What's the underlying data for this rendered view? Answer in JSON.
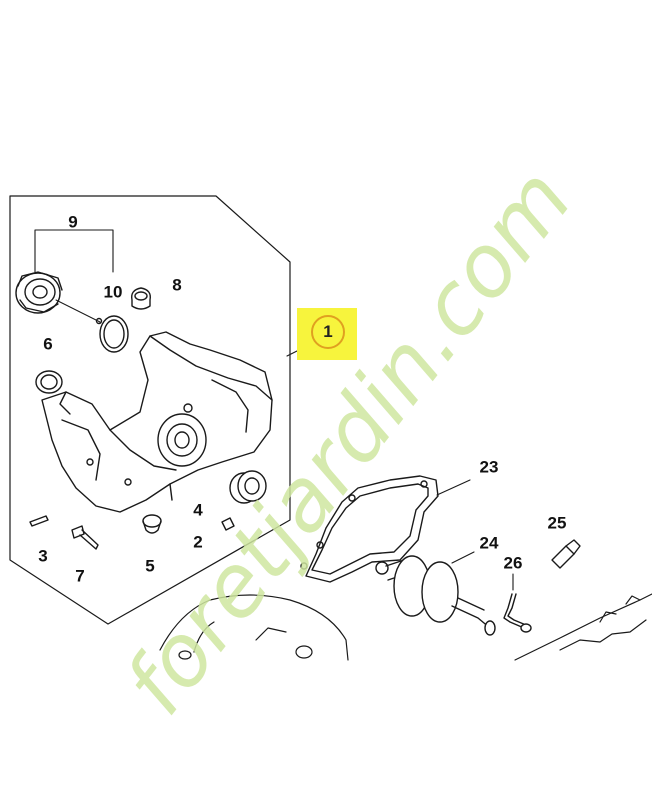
{
  "diagram": {
    "highlighted_part": "1",
    "labels": {
      "p1": "1",
      "p2": "2",
      "p3": "3",
      "p4": "4",
      "p5": "5",
      "p6": "6",
      "p7": "7",
      "p8": "8",
      "p9": "9",
      "p10": "10",
      "p23": "23",
      "p24": "24",
      "p25": "25",
      "p26": "26"
    },
    "colors": {
      "line": "#1a1a1a",
      "highlight": "#f7f43d",
      "highlight_ring": "#e0a020",
      "watermark_green": "#cfe6a0",
      "watermark_orange": "#f6c89a",
      "watermark_gray": "#d8d2c4"
    }
  },
  "watermark": {
    "text": "foretjardin.com"
  }
}
